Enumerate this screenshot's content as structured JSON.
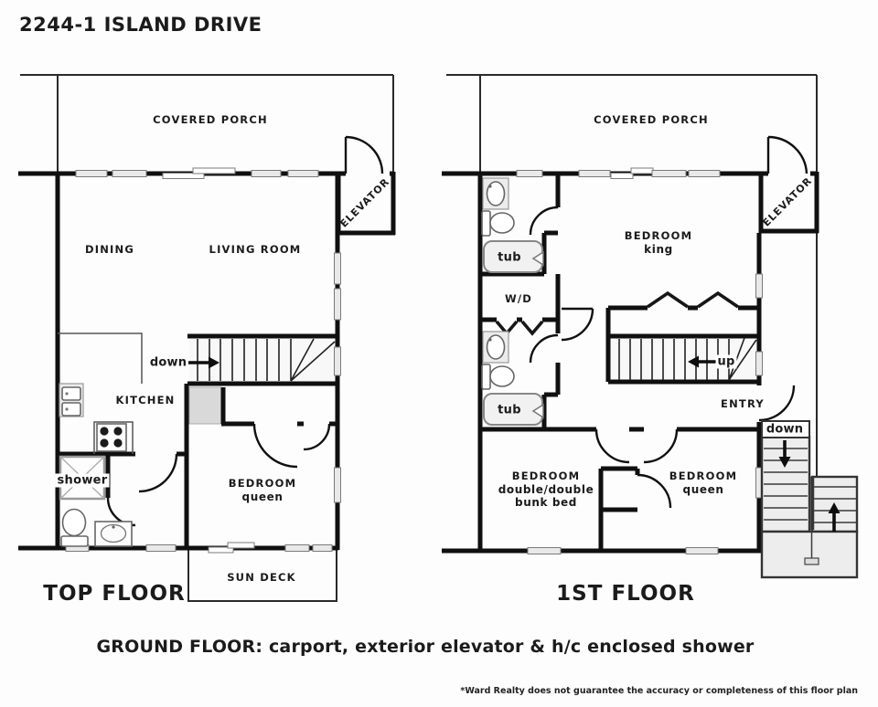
{
  "title": "2244-1 ISLAND DRIVE",
  "colors": {
    "wall": "#101010",
    "text": "#1b1b1b",
    "window_fill": "#e9e9e9",
    "stair_fill": "#ededed"
  },
  "plans": [
    {
      "name": "TOP FLOOR",
      "labels": {
        "covered_porch": "COVERED PORCH",
        "elevator": "ELEVATOR",
        "dining": "DINING",
        "living_room": "LIVING ROOM",
        "stairs_down": "down",
        "kitchen": "KITCHEN",
        "shower": "shower",
        "bedroom": "BEDROOM",
        "bedroom_sub": "queen",
        "sun_deck": "SUN DECK"
      }
    },
    {
      "name": "1ST FLOOR",
      "labels": {
        "covered_porch": "COVERED PORCH",
        "elevator": "ELEVATOR",
        "bedroom_king": "BEDROOM",
        "bedroom_king_sub": "king",
        "wd": "W/D",
        "tub_upper": "tub",
        "tub_lower": "tub",
        "stairs_up": "up",
        "entry": "ENTRY",
        "stairs_down": "down",
        "bedroom_bunk": "BEDROOM",
        "bedroom_bunk_sub1": "double/double",
        "bedroom_bunk_sub2": "bunk bed",
        "bedroom_queen": "BEDROOM",
        "bedroom_queen_sub": "queen"
      }
    }
  ],
  "footer": {
    "ground_floor_note": "GROUND FLOOR: carport, exterior elevator & h/c enclosed shower",
    "disclaimer": "*Ward Realty does not guarantee the accuracy or completeness of this floor plan"
  }
}
